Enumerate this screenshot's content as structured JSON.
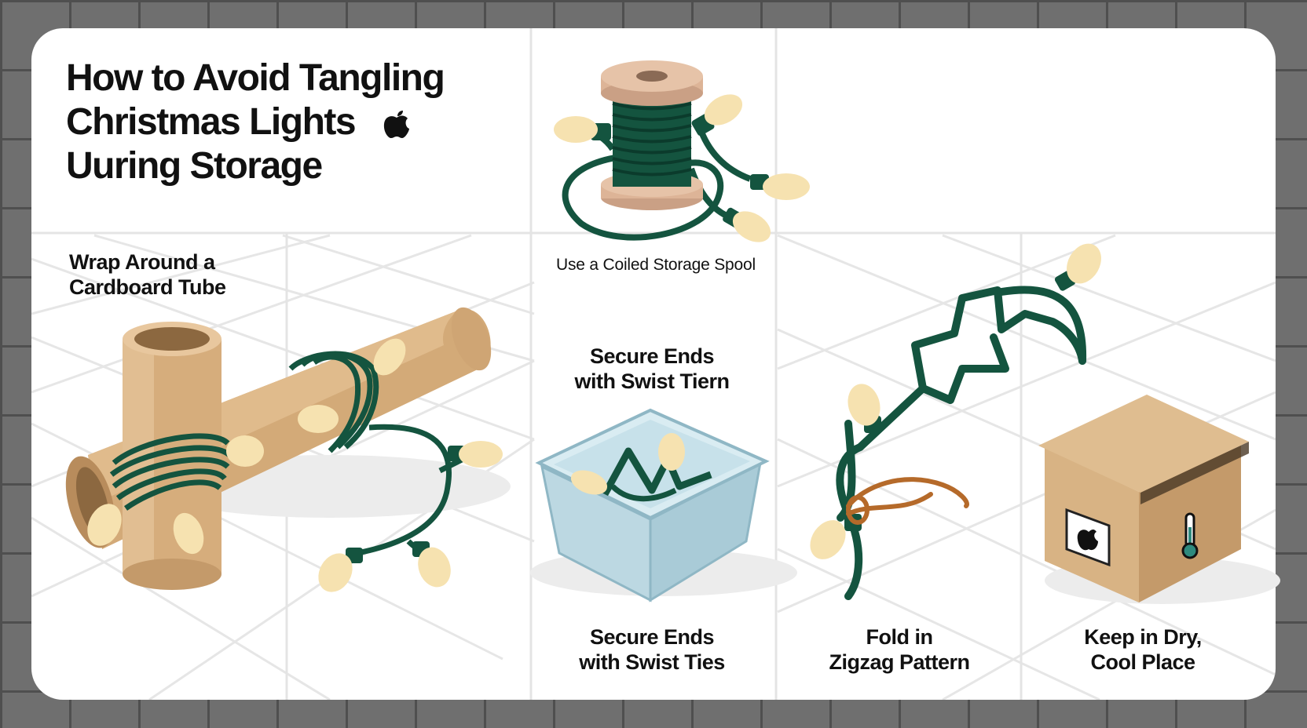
{
  "title": {
    "line1": "How to Avoid Tangling",
    "line2": "Christmas Lights",
    "line3": "Uuring Storage"
  },
  "steps": {
    "tube": {
      "line1": "Wrap Around a",
      "line2": "Cardboard Tube"
    },
    "spool": {
      "label": "Use a Coiled Storage Spool"
    },
    "secure_top": {
      "line1": "Secure Ends",
      "line2": "with Swist Tiern"
    },
    "secure_bottom": {
      "line1": "Secure Ends",
      "line2": "with Swist Ties"
    },
    "zigzag": {
      "line1": "Fold in",
      "line2": "Zigzag Pattern"
    },
    "dry": {
      "line1": "Keep in Dry,",
      "line2": "Cool Place"
    }
  },
  "icons": [
    "apple-logo-icon",
    "spool-icon",
    "cardboard-tube-icon",
    "storage-bin-icon",
    "zigzag-lights-icon",
    "twist-tie-icon",
    "cardboard-box-icon",
    "thermometer-icon",
    "bulb-icon"
  ],
  "colors": {
    "background_tile": "#6b6b6b",
    "panel": "#ffffff",
    "cord_green": "#14543f",
    "bulb": "#f6e2b0",
    "cardboard": "#d6ad7c",
    "spool_wood": "#ddb497",
    "bin_blue": "#c9e1ea",
    "twist_tie": "#b56a2a"
  }
}
